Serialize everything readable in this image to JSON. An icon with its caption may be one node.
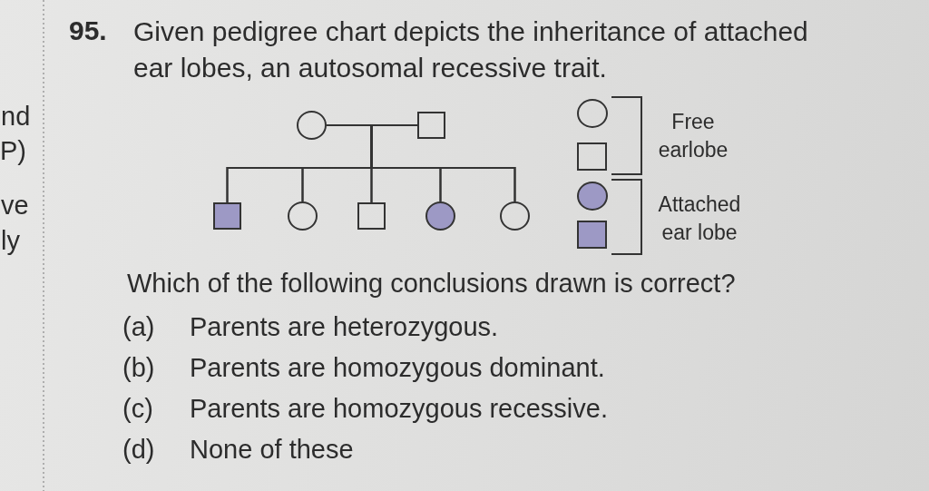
{
  "diagram": {
    "title": "Given pedigree chart depicts the inheritance of attached ear lobes, an autosomal recessive trait.",
    "nodes": [
      {
        "text": [],
        "shape": "circle"
      },
      {
        "text": [],
        "shape": "box"
      },
      {
        "text": [],
        "shape": "box"
      },
      {
        "text": [],
        "shape": "circle"
      },
      {
        "text": [],
        "shape": "box"
      },
      {
        "text": [],
        "shape": "circle"
      },
      {
        "text": [],
        "shape": "circle"
      }
    ],
    "edges": [
      {
        "from": 0,
        "to": 1,
        "arrow": "none"
      },
      {
        "from": 0,
        "to": 2,
        "arrow": "none"
      },
      {
        "from": 0,
        "to": 3,
        "arrow": "none"
      },
      {
        "from": 0,
        "to": 4,
        "arrow": "none"
      },
      {
        "from": 0,
        "to": 5,
        "arrow": "none"
      },
      {
        "from": 0,
        "to": 6,
        "arrow": "none"
      },
      {
        "from": 1,
        "to": 2,
        "arrow": "none"
      },
      {
        "from": 1,
        "to": 3,
        "arrow": "none"
      },
      {
        "from": 1,
        "to": 4,
        "arrow": "none"
      },
      {
        "from": 1,
        "to": 5,
        "arrow": "none"
      },
      {
        "from": 1,
        "to": 6,
        "arrow": "none"
      }
    ],
    "labels": [
      "95.",
      "nd",
      "P)",
      "ve",
      "ly",
      "Which of the following conclusions drawn is correct?",
      "(a)",
      "Parents are heterozygous.",
      "(b)",
      "Parents are homozygous dominant.",
      "(c)",
      "Parents are homozygous recessive.",
      "(d)",
      "None of these"
    ],
    "legend": [
      {
        "text": "Free earlobe"
      },
      {
        "text": "Attached ear lobe",
        "color": "#9d99c5"
      }
    ]
  }
}
